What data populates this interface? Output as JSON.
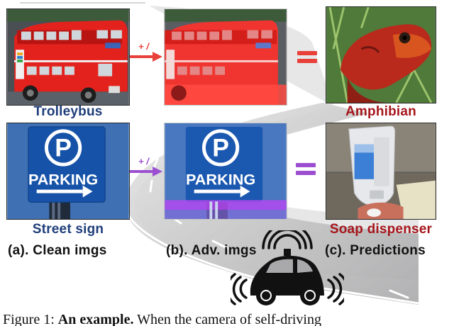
{
  "figure": {
    "columns": [
      {
        "id": "a",
        "title": "(a). Clean imgs"
      },
      {
        "id": "b",
        "title": "(b). Adv. imgs"
      },
      {
        "id": "c",
        "title": "(c). Predictions"
      }
    ],
    "rows": [
      {
        "clean_label": "Trolleybus",
        "clean_label_color": "#1f3e7a",
        "perturbation_symbol": "+ /",
        "operator_color": "#e8413a",
        "equals_color": "#e8413a",
        "prediction_label": "Amphibian",
        "prediction_label_color": "#a5161c",
        "clean_image": "red double-decker bus",
        "adv_image": "red double-decker bus with red tint",
        "prediction_image": "red frog in grass"
      },
      {
        "clean_label": "Street sign",
        "clean_label_color": "#1f3e7a",
        "perturbation_symbol": "+ /",
        "operator_color": "#9b4fd0",
        "equals_color": "#9b4fd0",
        "prediction_label": "Soap dispenser",
        "prediction_label_color": "#a5161c",
        "clean_image": "blue PARKING sign",
        "adv_image": "blue PARKING sign with purple band",
        "prediction_image": "wall-mounted soap dispenser"
      }
    ],
    "sign_text": "PARKING",
    "sign_letter": "P",
    "background_graphic": "curving gray road with self-driving car emitting signals"
  },
  "caption": {
    "prefix": "Figure 1: ",
    "bold": "An example.",
    "rest": " When the camera of self-driving"
  }
}
